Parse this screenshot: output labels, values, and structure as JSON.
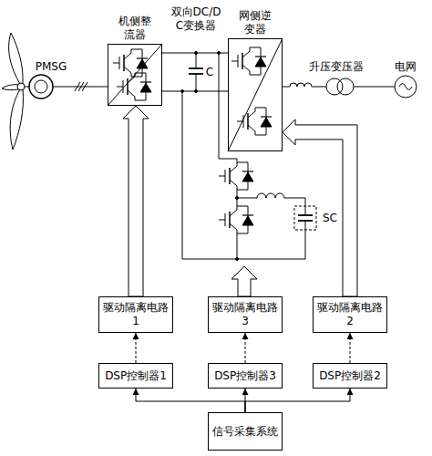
{
  "diagram": {
    "nodes": [
      {
        "text": [
          "机侧整流器"
        ]
      },
      {
        "text": [
          "网侧逆变器"
        ]
      },
      {
        "text": [
          "驱动隔离电路1"
        ]
      },
      {
        "text": [
          "驱动隔离电路3"
        ]
      },
      {
        "text": [
          "驱动隔离电路2"
        ]
      },
      {
        "text": [
          "DSP控制器1"
        ]
      },
      {
        "text": [
          "DSP控制器3"
        ]
      },
      {
        "text": [
          "DSP控制器2"
        ]
      },
      {
        "text": [
          "信号采集系统"
        ]
      }
    ],
    "edges": [
      {
        "from": 2,
        "to": 0,
        "arrow": "to"
      },
      {
        "from": 4,
        "to": 1,
        "arrow": "to"
      },
      {
        "from": 5,
        "to": 2,
        "arrow": "to"
      },
      {
        "from": 6,
        "to": 3,
        "arrow": "to"
      },
      {
        "from": 7,
        "to": 4,
        "arrow": "to"
      },
      {
        "from": 8,
        "to": 5,
        "arrow": "to"
      },
      {
        "from": 8,
        "to": 6,
        "arrow": "to"
      },
      {
        "from": 8,
        "to": 7,
        "arrow": "to"
      }
    ],
    "labels": [
      "PMSG",
      "双向DC/DC变换器",
      "C",
      "SC",
      "升压变压器",
      "电网"
    ]
  }
}
